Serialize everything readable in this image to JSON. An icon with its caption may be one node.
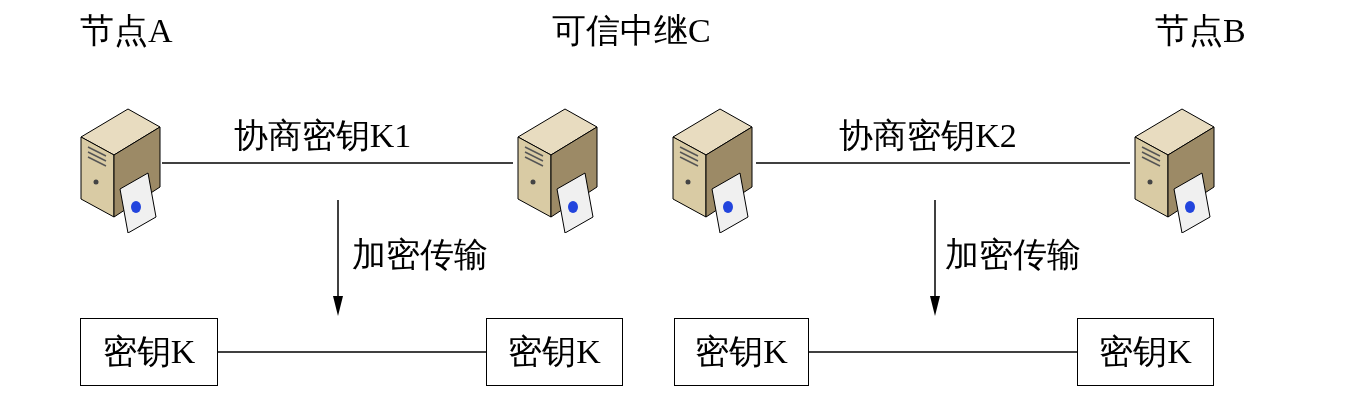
{
  "diagram": {
    "nodes": [
      {
        "text": [],
        "shape": "picture"
      },
      {
        "text": [],
        "shape": "picture"
      },
      {
        "text": [],
        "shape": "picture"
      },
      {
        "text": [],
        "shape": "picture"
      },
      {
        "text": [
          "密钥K"
        ]
      },
      {
        "text": [
          "密钥K"
        ]
      },
      {
        "text": [
          "密钥K"
        ]
      },
      {
        "text": [
          "密钥K"
        ]
      }
    ],
    "edges": [
      {
        "from": 0,
        "to": 1,
        "arrow": "none",
        "label": "协商密钥K1"
      },
      {
        "from": 2,
        "to": 3,
        "arrow": "none",
        "label": "协商密钥K2"
      },
      {
        "from": 4,
        "to": 5,
        "arrow": "none"
      },
      {
        "from": 6,
        "to": 7,
        "arrow": "none"
      }
    ],
    "labels": [
      "节点A",
      "可信中继C",
      "节点B",
      "加密传输",
      "加密传输"
    ]
  }
}
